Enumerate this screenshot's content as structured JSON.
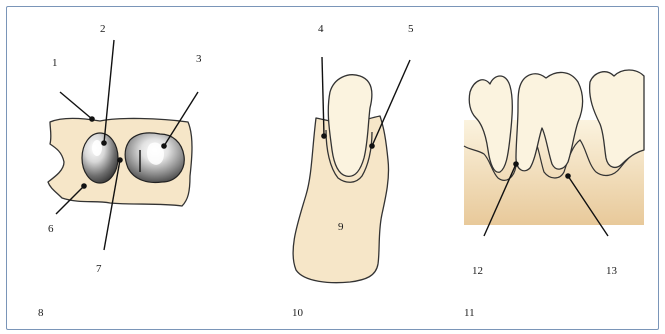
{
  "labels": {
    "l1": "1",
    "l2": "2",
    "l3": "3",
    "l4": "4",
    "l5": "5",
    "l6": "6",
    "l7": "7",
    "l8": "8",
    "l9": "9",
    "l10": "10",
    "l11": "11",
    "l12": "12",
    "l13": "13"
  },
  "colors": {
    "frame_border": "#7a95b8",
    "soft_tissue": "#f6e6c8",
    "enamel": "#fbf3df",
    "outline": "#333333",
    "bone_gradient_top": "#fbf3df",
    "bone_gradient_bottom": "#e8c99a"
  }
}
